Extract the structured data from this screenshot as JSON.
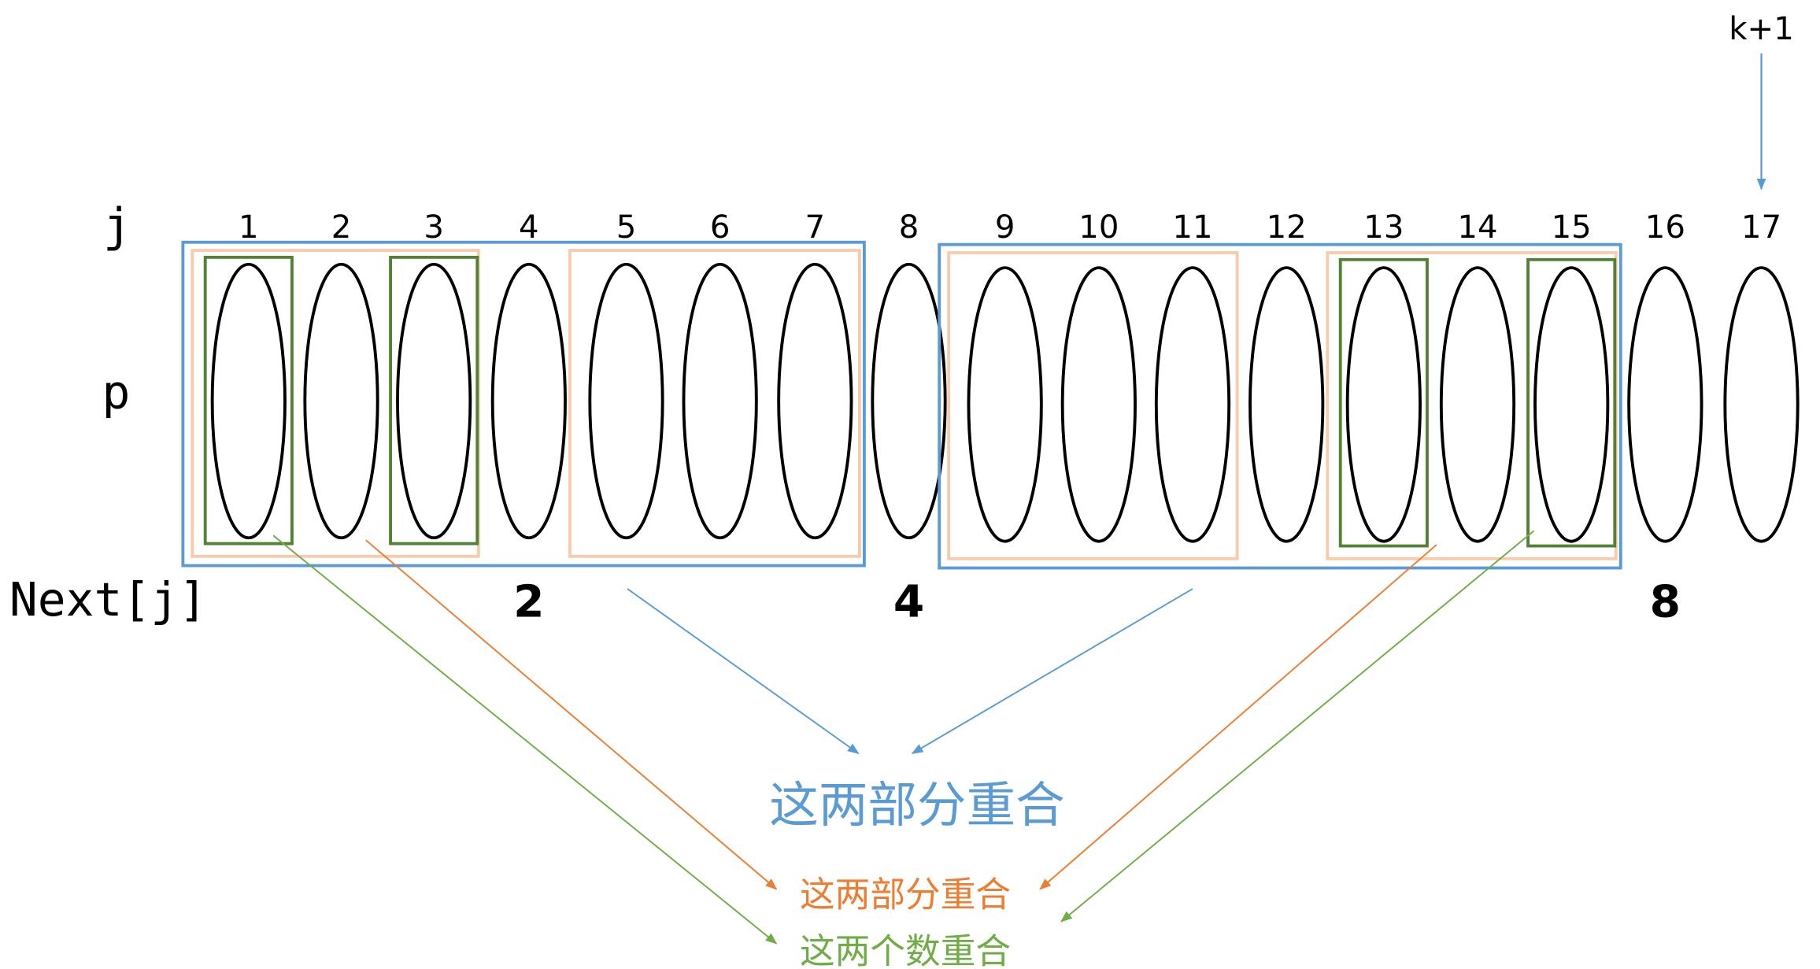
{
  "diagram": {
    "row_labels": {
      "j": "j",
      "p": "p",
      "next": "Next[j]"
    },
    "j_values": [
      1,
      2,
      3,
      4,
      5,
      6,
      7,
      8,
      9,
      10,
      11,
      12,
      13,
      14,
      15,
      16,
      17
    ],
    "next_values": [
      {
        "j": 4,
        "value": "2"
      },
      {
        "j": 8,
        "value": "4"
      },
      {
        "j": 16,
        "value": "8"
      }
    ],
    "pointer": {
      "label": "k+1",
      "j": 17
    },
    "groups": {
      "blue": [
        [
          1,
          7
        ],
        [
          9,
          15
        ]
      ],
      "orange": [
        [
          1,
          3
        ],
        [
          5,
          7
        ],
        [
          9,
          11
        ],
        [
          13,
          15
        ]
      ],
      "green": [
        [
          1,
          1
        ],
        [
          3,
          3
        ],
        [
          13,
          13
        ],
        [
          15,
          15
        ]
      ]
    },
    "annotations": {
      "blue": "这两部分重合",
      "orange": "这两部分重合",
      "green": "这两个数重合"
    },
    "colors": {
      "blue": "#5b9bd5",
      "orange_box": "#f8cbad",
      "orange": "#ed7d31",
      "green_box": "#548235",
      "green": "#70ad47"
    }
  }
}
